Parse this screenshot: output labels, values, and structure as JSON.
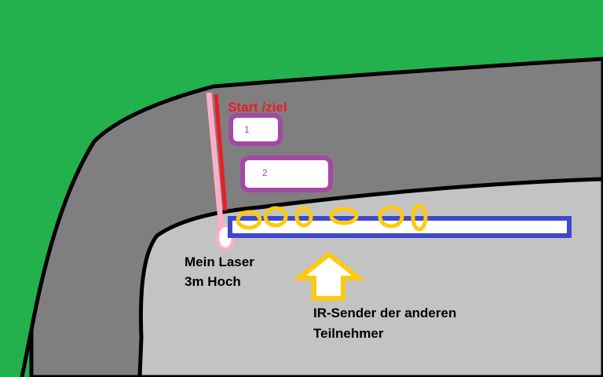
{
  "colors": {
    "grass": "#22b14c",
    "track": "#7f7f7f",
    "pit": "#c3c3c3",
    "edge": "#000000",
    "start_line": "#ed1c24",
    "laser": "#ffaec9",
    "box": "#a349a4",
    "sensor": "#ffc90e",
    "strip": "#3f48cc",
    "arrow": "#ffc90e"
  },
  "labels": {
    "start_finish": "Start /ziel",
    "box_1": "1",
    "box_2": "2",
    "laser_line1": "Mein Laser",
    "laser_line2": "3m Hoch",
    "ir_line1": "IR-Sender der anderen",
    "ir_line2": "Teilnehmer"
  },
  "icons": {
    "arrow": "up-arrow-icon",
    "laser_marker": "laser-marker-icon",
    "sensor": "ir-sensor-icon"
  }
}
